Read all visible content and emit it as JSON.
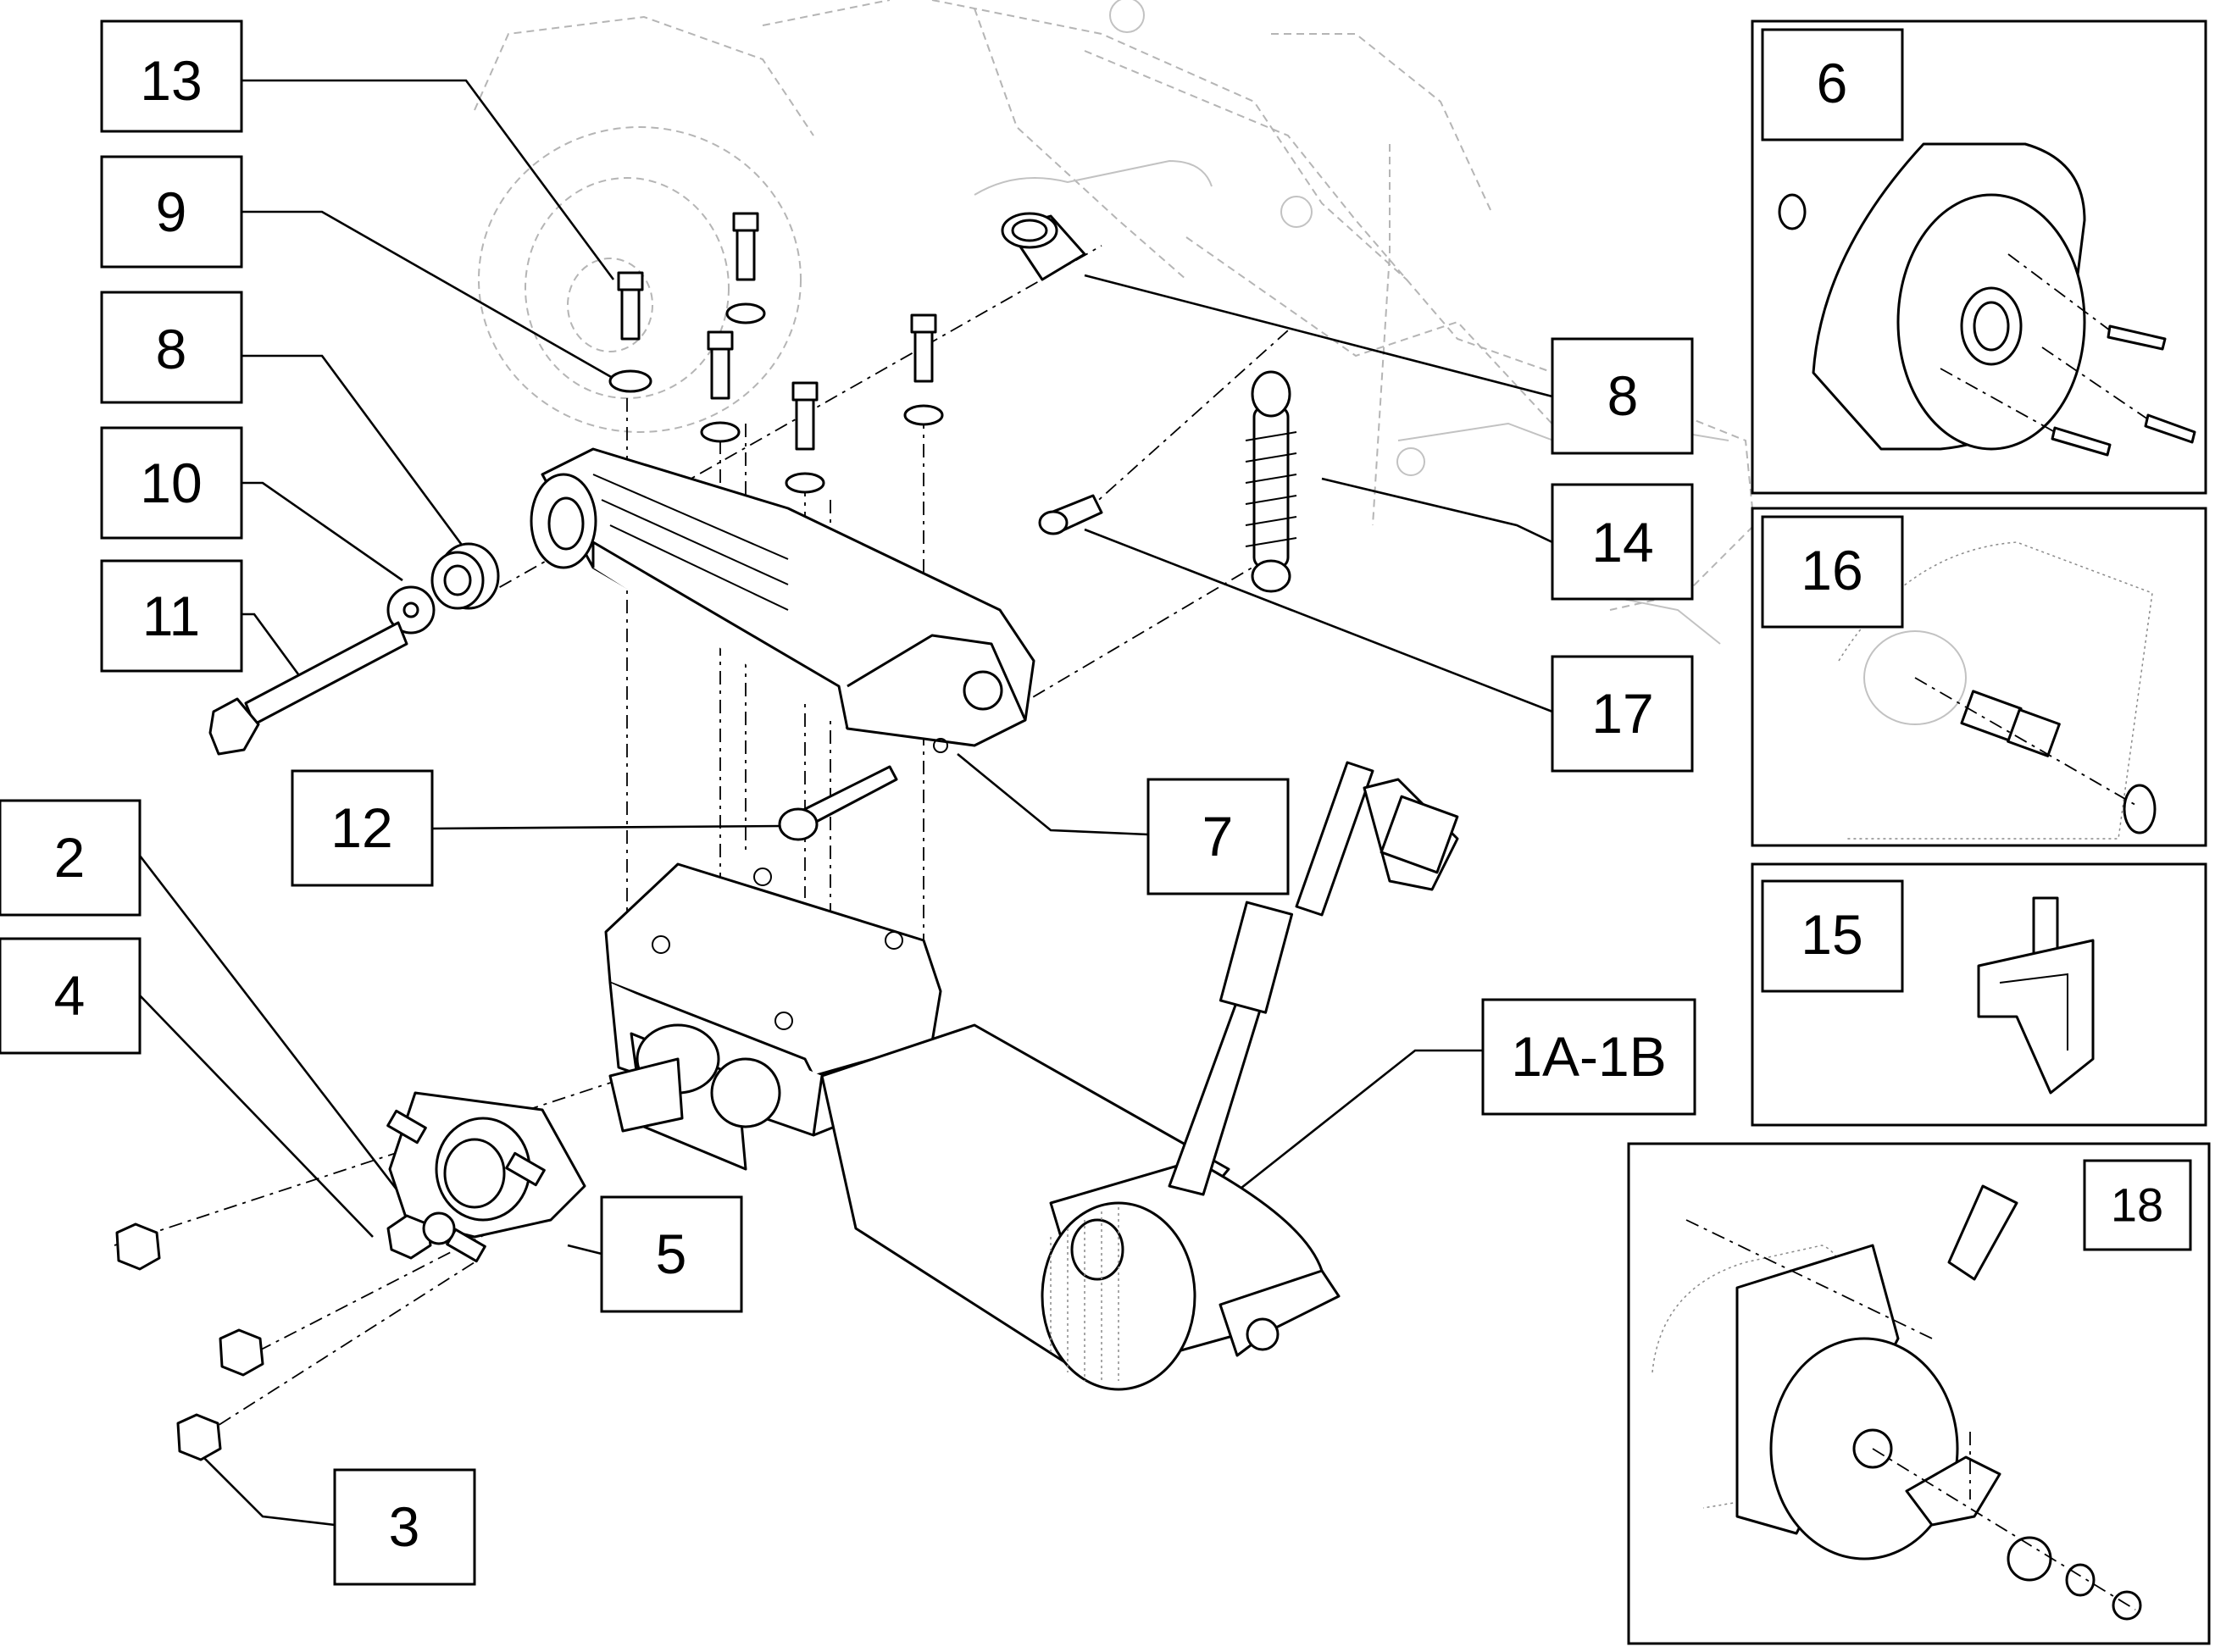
{
  "callouts": {
    "c13": "13",
    "c9": "9",
    "c8_left": "8",
    "c10": "10",
    "c11": "11",
    "c8_right": "8",
    "c14": "14",
    "c17": "17",
    "c12": "12",
    "c7": "7",
    "c2": "2",
    "c4": "4",
    "c5": "5",
    "c3": "3",
    "c1a1b": "1A-1B",
    "c6": "6",
    "c16": "16",
    "c15": "15",
    "c18": "18"
  }
}
